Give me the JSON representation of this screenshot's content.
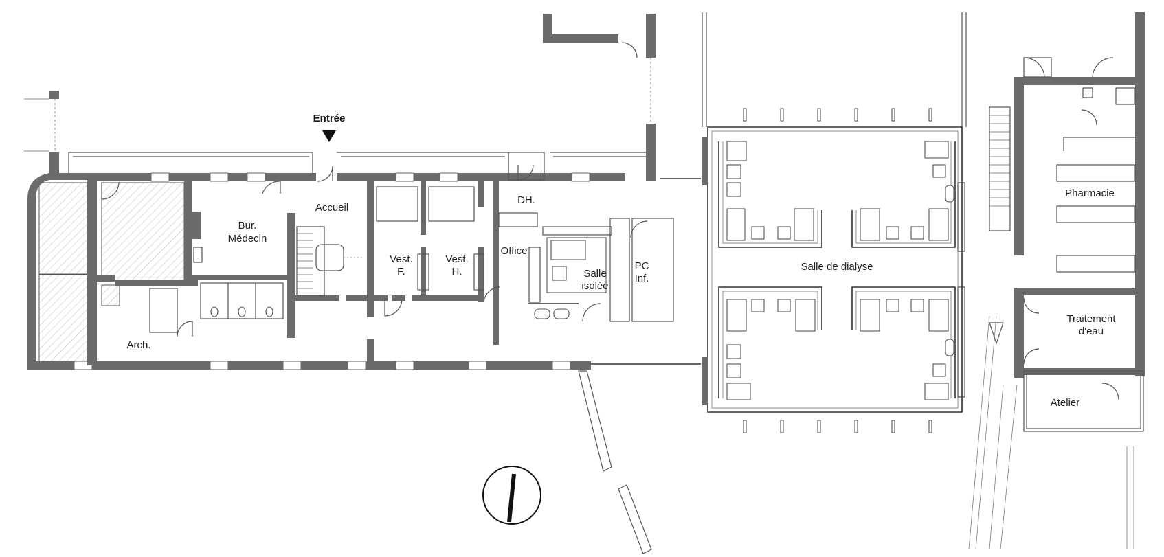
{
  "entrance_label": "Entrée",
  "rooms": {
    "accueil": "Accueil",
    "bur_medecin_1": "Bur.",
    "bur_medecin_2": "Médecin",
    "vest_f_1": "Vest.",
    "vest_f_2": "F.",
    "vest_h_1": "Vest.",
    "vest_h_2": "H.",
    "dh": "DH.",
    "office": "Office",
    "salle_isolee_1": "Salle",
    "salle_isolee_2": "isolée",
    "pc_inf_1": "PC",
    "pc_inf_2": "Inf.",
    "salle_dialyse": "Salle de dialyse",
    "pharmacie": "Pharmacie",
    "traitement_1": "Traitement",
    "traitement_2": "d'eau",
    "atelier": "Atelier",
    "arch": "Arch."
  },
  "icons": {
    "entrance": "triangle-down",
    "orientation": "north-arrow"
  }
}
